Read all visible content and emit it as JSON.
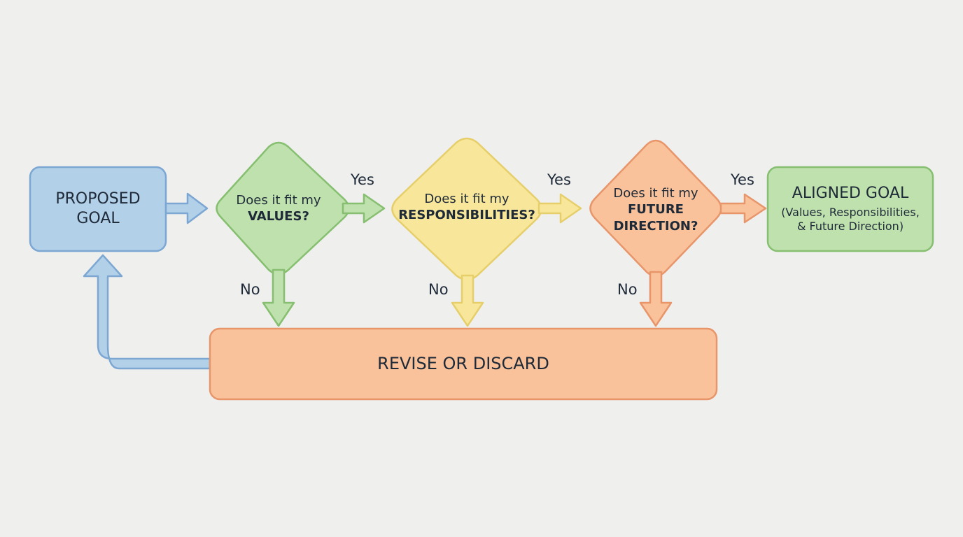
{
  "nodes": {
    "start": {
      "line1": "PROPOSED",
      "line2": "GOAL"
    },
    "q1": {
      "line1": "Does it fit my",
      "line2": "VALUES?"
    },
    "q2": {
      "line1": "Does it fit my",
      "line2": "RESPONSIBILITIES?"
    },
    "q3": {
      "line1": "Does it fit my",
      "line2": "FUTURE",
      "line3": "DIRECTION?"
    },
    "end": {
      "line1": "ALIGNED GOAL",
      "line2": "(Values, Responsibilities,",
      "line3": "& Future Direction)"
    },
    "revise": {
      "label": "REVISE OR DISCARD"
    }
  },
  "edges": {
    "yes1": "Yes",
    "yes2": "Yes",
    "yes3": "Yes",
    "no1": "No",
    "no2": "No",
    "no3": "No"
  },
  "colors": {
    "blue_fill": "#b3d0e9",
    "blue_stroke": "#7ba7d2",
    "green_fill": "#bfe1ae",
    "green_stroke": "#85bf6f",
    "yellow_fill": "#f8e79a",
    "yellow_stroke": "#e6cf6b",
    "orange_fill": "#f9c29b",
    "orange_stroke": "#e8956a",
    "text": "#1f2a38"
  }
}
